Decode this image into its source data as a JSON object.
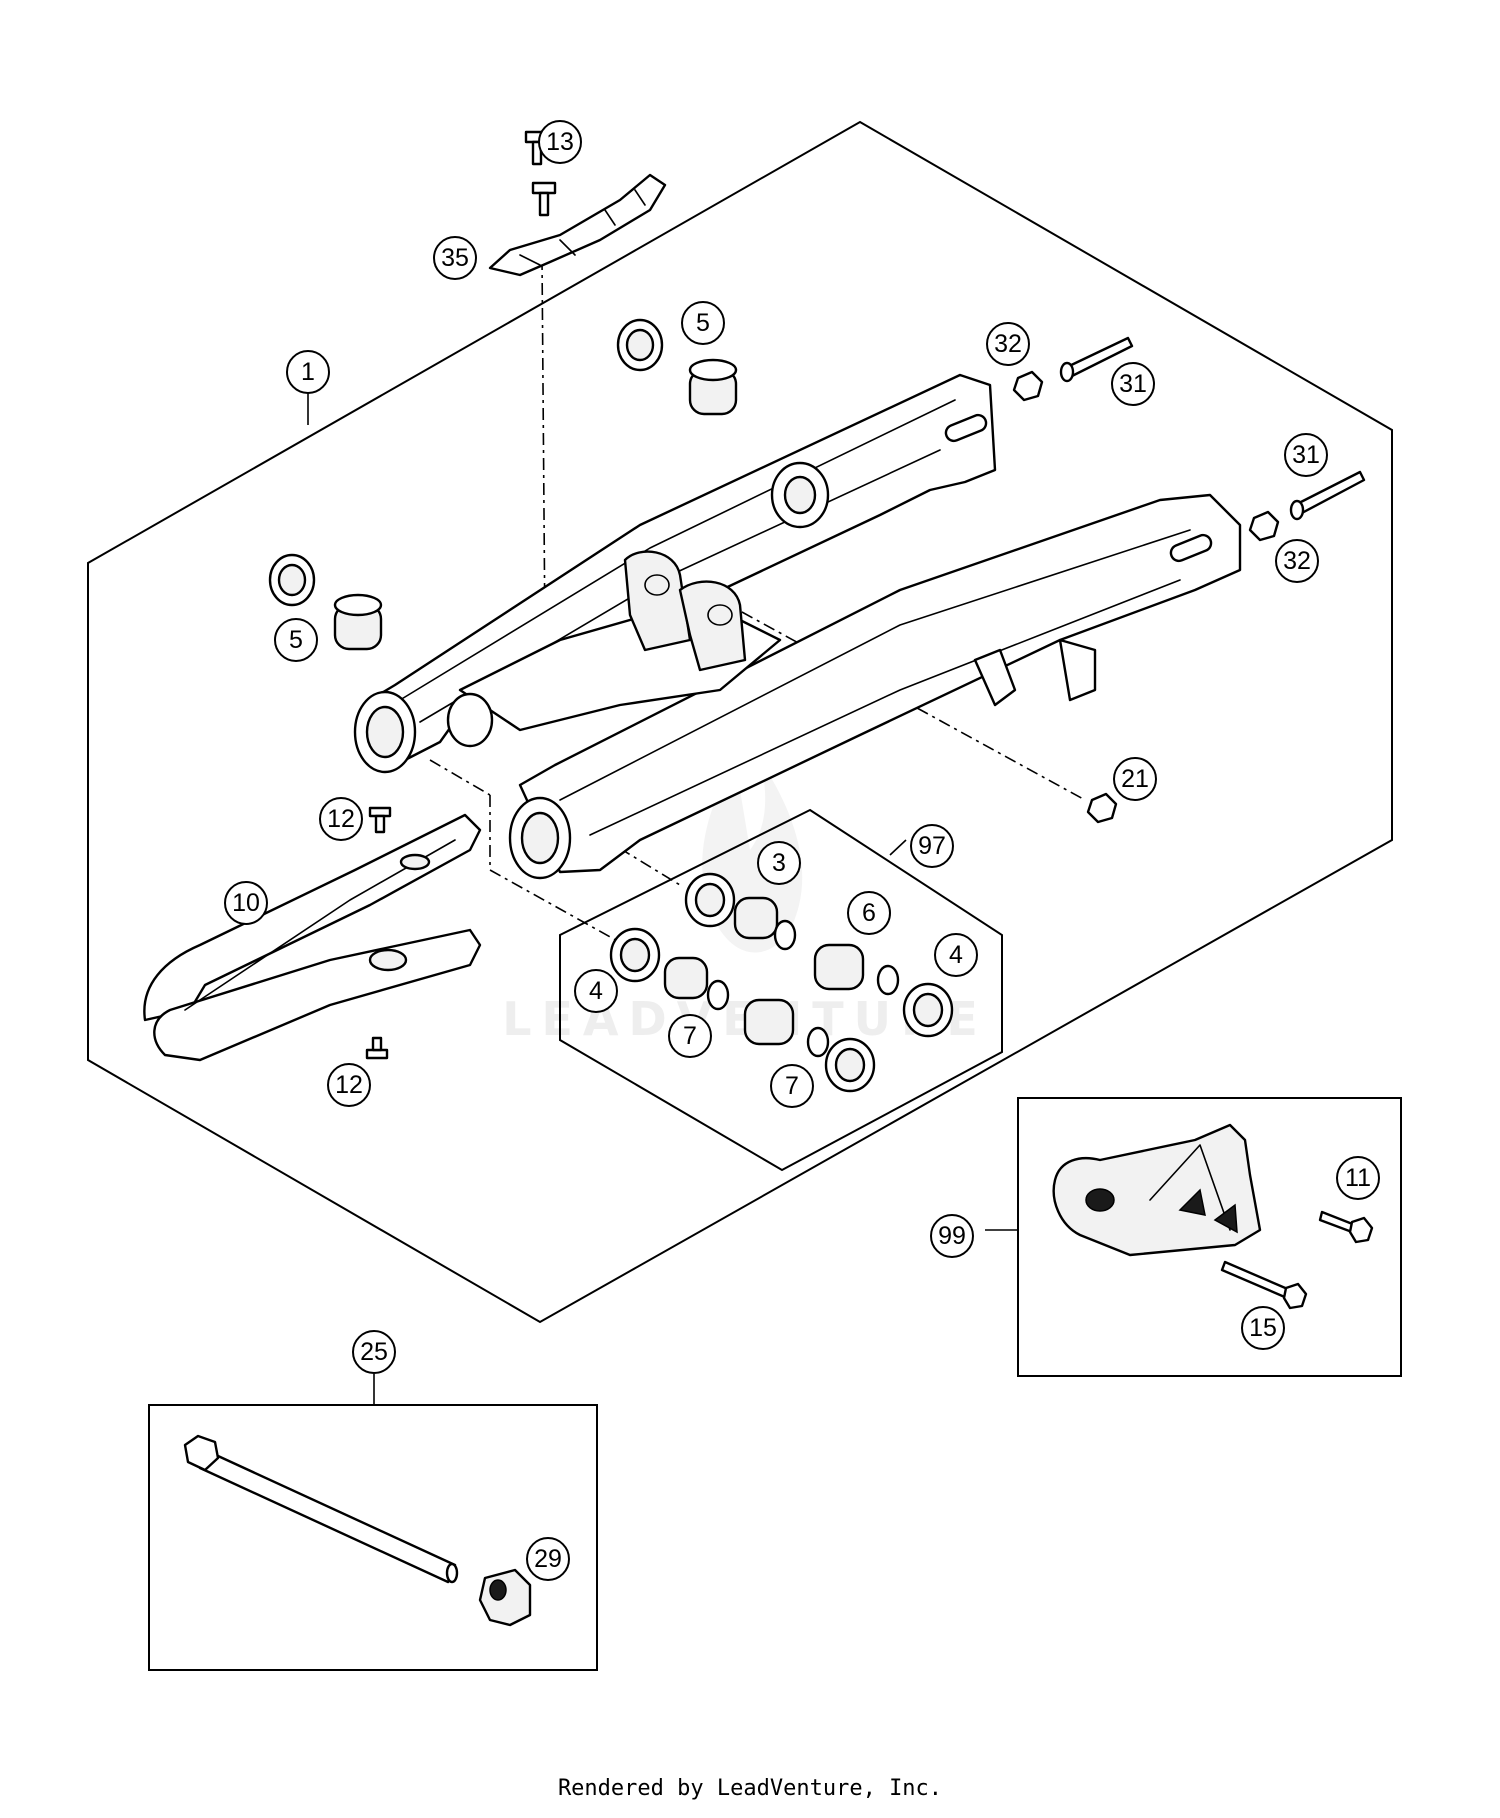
{
  "callouts": [
    {
      "id": "c1",
      "label": "1"
    },
    {
      "id": "c3",
      "label": "3"
    },
    {
      "id": "c4a",
      "label": "4"
    },
    {
      "id": "c4b",
      "label": "4"
    },
    {
      "id": "c5a",
      "label": "5"
    },
    {
      "id": "c5b",
      "label": "5"
    },
    {
      "id": "c6",
      "label": "6"
    },
    {
      "id": "c7a",
      "label": "7"
    },
    {
      "id": "c7b",
      "label": "7"
    },
    {
      "id": "c10",
      "label": "10"
    },
    {
      "id": "c11",
      "label": "11"
    },
    {
      "id": "c12a",
      "label": "12"
    },
    {
      "id": "c12b",
      "label": "12"
    },
    {
      "id": "c13",
      "label": "13"
    },
    {
      "id": "c15",
      "label": "15"
    },
    {
      "id": "c21",
      "label": "21"
    },
    {
      "id": "c25",
      "label": "25"
    },
    {
      "id": "c29",
      "label": "29"
    },
    {
      "id": "c31a",
      "label": "31"
    },
    {
      "id": "c31b",
      "label": "31"
    },
    {
      "id": "c32a",
      "label": "32"
    },
    {
      "id": "c32b",
      "label": "32"
    },
    {
      "id": "c35",
      "label": "35"
    },
    {
      "id": "c97",
      "label": "97"
    },
    {
      "id": "c99",
      "label": "99"
    }
  ],
  "watermark": "LEADVENTURE",
  "footer": "Rendered by LeadVenture, Inc."
}
